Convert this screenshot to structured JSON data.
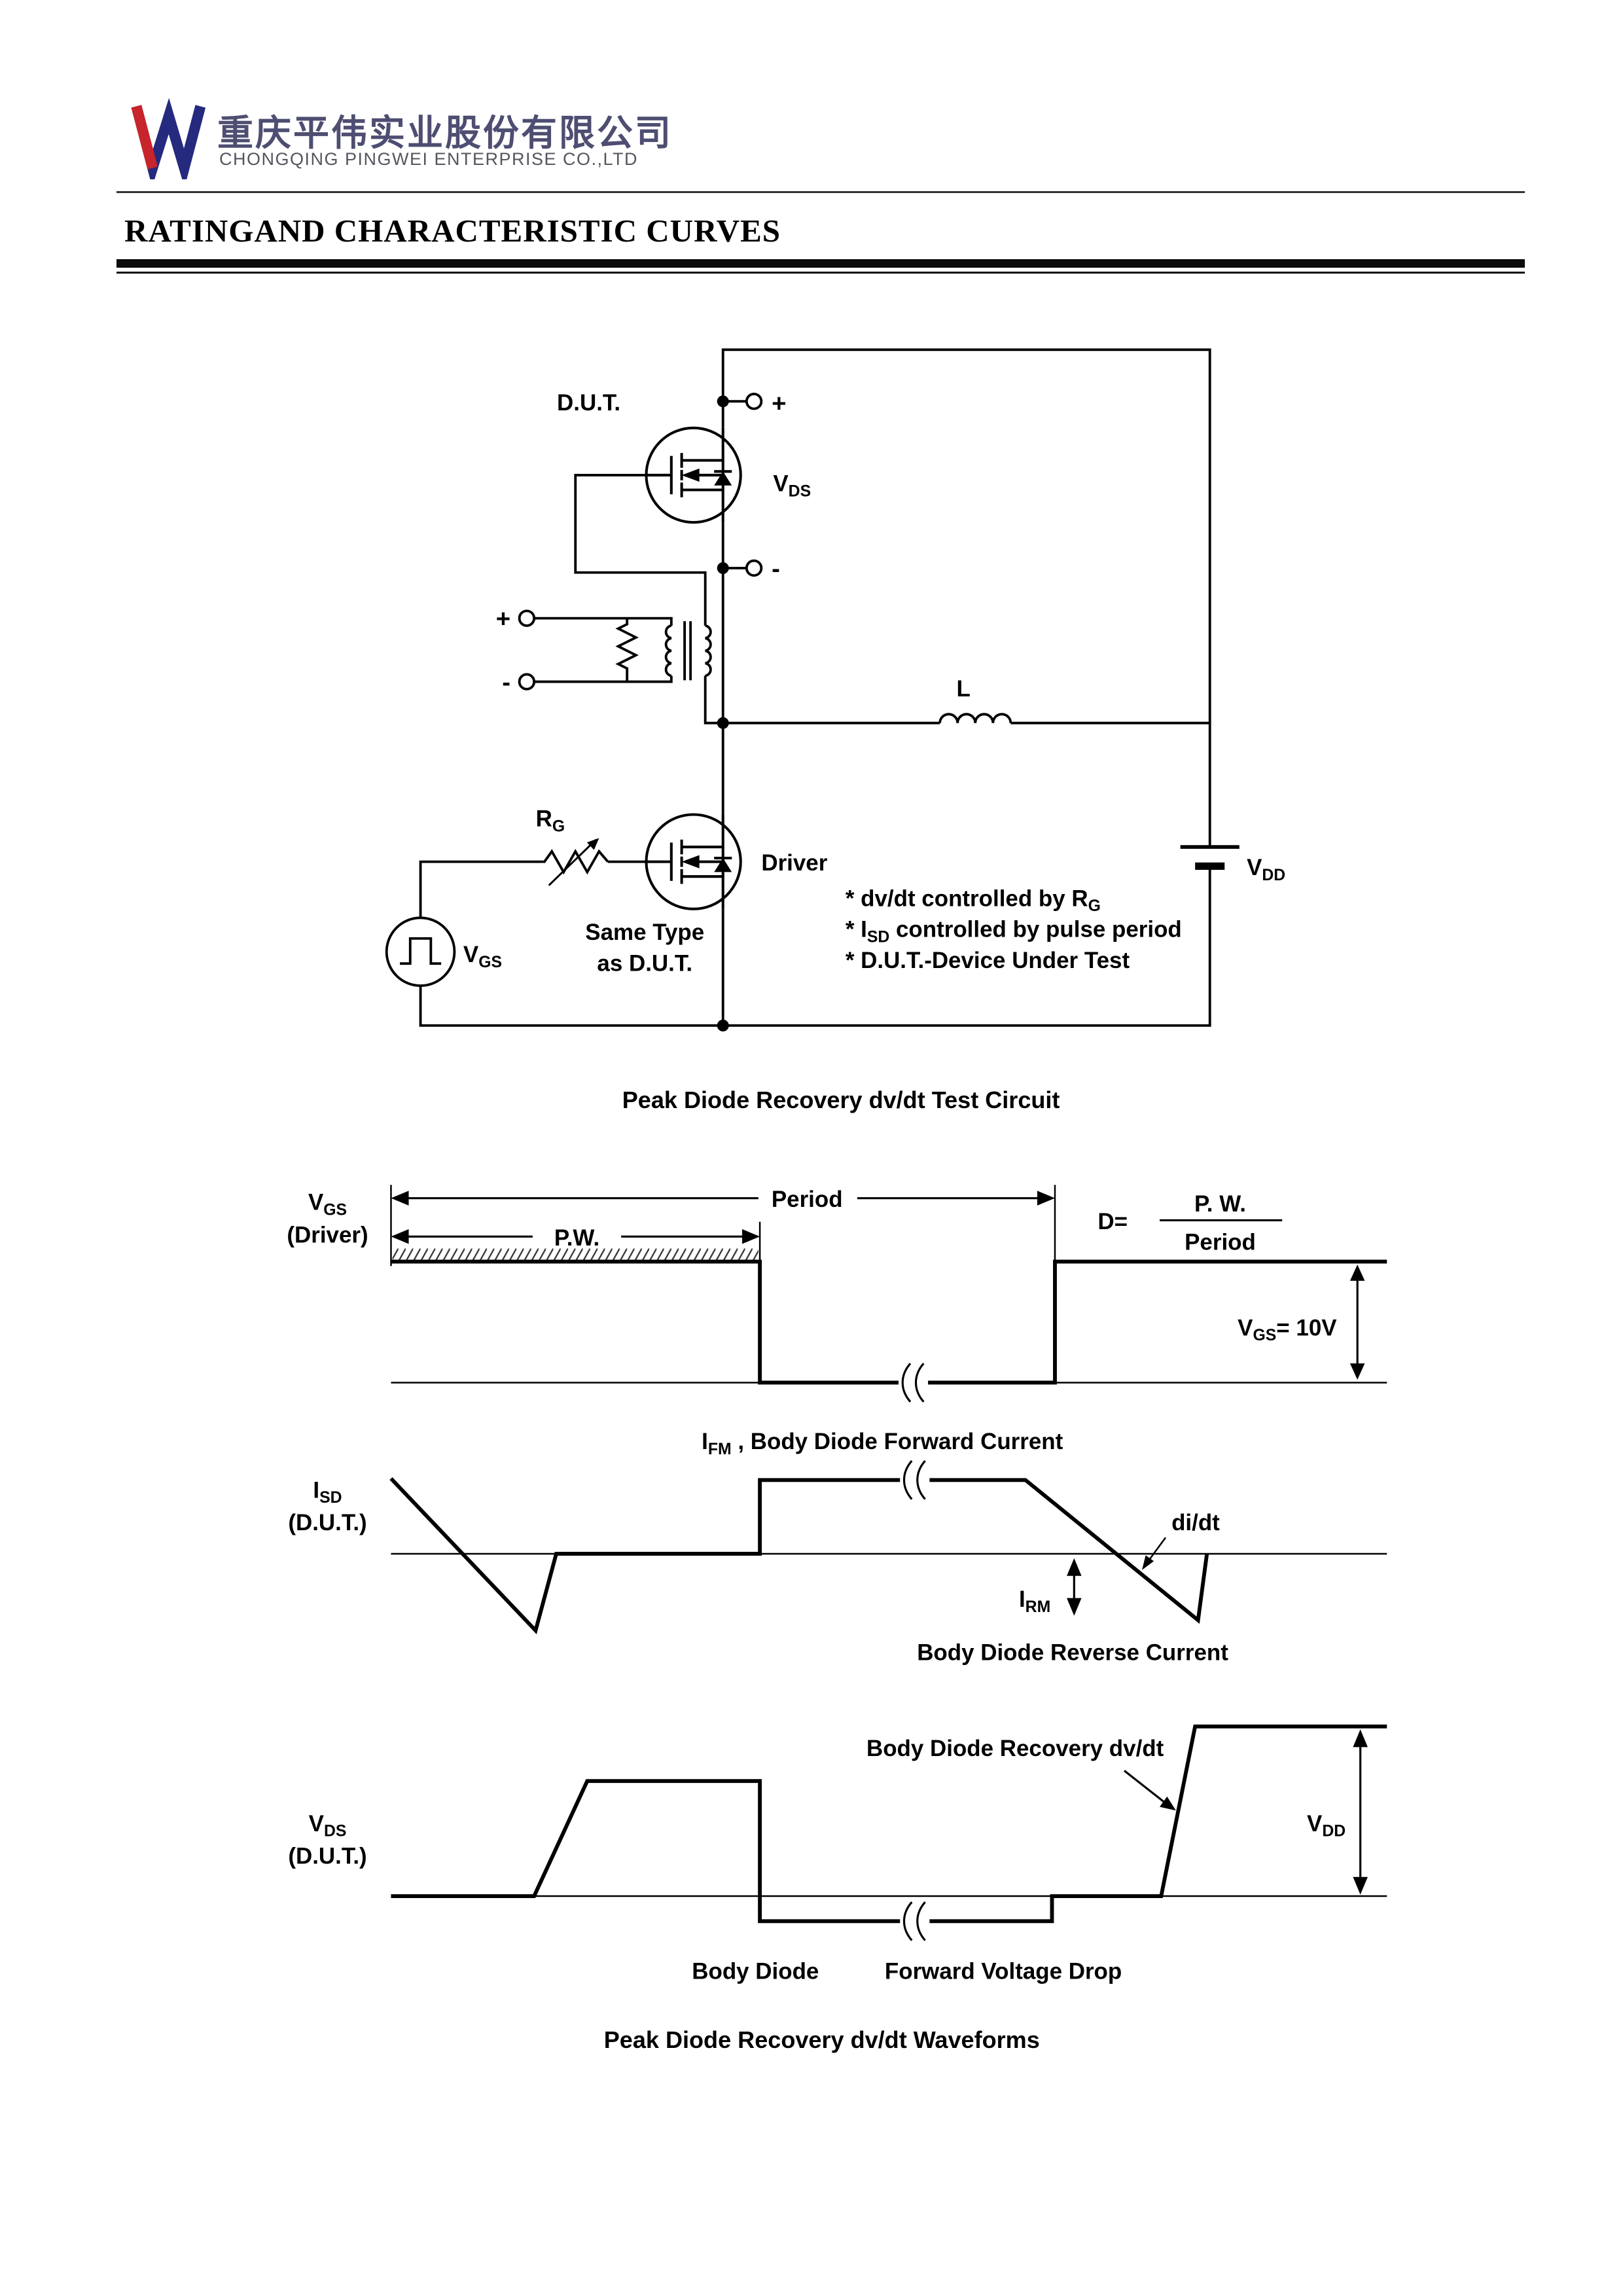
{
  "page": {
    "header": {
      "company_cn": "重庆平伟实业股份有限公司",
      "company_en": "CHONGQING PINGWEI ENTERPRISE CO.,LTD"
    },
    "title": "RATINGAND CHARACTERISTIC CURVES"
  },
  "circuit": {
    "caption": "Peak Diode Recovery dv/dt Test Circuit",
    "dut": "D.U.T.",
    "plus": "+",
    "minus": "-",
    "vds": {
      "base": "V",
      "sub": "DS"
    },
    "inductor": "L",
    "rg": {
      "base": "R",
      "sub": "G"
    },
    "driver": "Driver",
    "same_type_1": "Same Type",
    "same_type_2": "as D.U.T.",
    "vgs": {
      "base": "V",
      "sub": "GS"
    },
    "vdd": {
      "base": "V",
      "sub": "DD"
    },
    "note1": {
      "pre": "* dv/dt controlled by R",
      "sub": "G"
    },
    "note2": {
      "pre": "* I",
      "sub": "SD",
      "post": " controlled by pulse period"
    },
    "note3": "* D.U.T.-Device Under Test"
  },
  "waveforms": {
    "caption": "Peak Diode Recovery dv/dt Waveforms",
    "vgs_axis": {
      "base": "V",
      "sub": "GS",
      "line2": "(Driver)"
    },
    "isd_axis": {
      "base": "I",
      "sub": "SD",
      "line2": "(D.U.T.)"
    },
    "vds_axis": {
      "base": "V",
      "sub": "DS",
      "line2": "(D.U.T.)"
    },
    "period": "Period",
    "pw": "P.W.",
    "duty": {
      "d": "D=",
      "num": "P. W.",
      "den": "Period"
    },
    "vgs_level": {
      "base": "V",
      "sub": "GS",
      "post": "= 10V"
    },
    "ifm": {
      "pre": "I",
      "sub": "FM",
      "post": " , Body Diode Forward Current"
    },
    "didt": "di/dt",
    "irm": {
      "base": "I",
      "sub": "RM"
    },
    "reverse": "Body Diode Reverse Current",
    "recovery": "Body Diode Recovery dv/dt",
    "vdd_level": {
      "base": "V",
      "sub": "DD"
    },
    "body_diode": "Body Diode",
    "fwd_drop": "Forward Voltage Drop"
  }
}
